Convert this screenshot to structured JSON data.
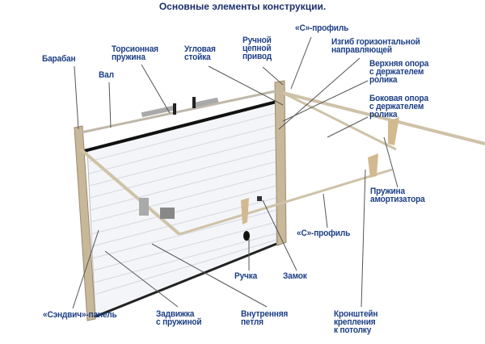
{
  "title": "Основные элементы конструкции.",
  "labels": {
    "c_profile_top": "«С»-профиль",
    "drum": "Барабан",
    "shaft": "Вал",
    "torsion_spring": "Торсионная\nпружина",
    "corner_post": "Угловая\nстойка",
    "chain_drive": "Ручной\nцепной\nпривод",
    "track_bend": "Изгиб горизонтальной\nнаправляющей",
    "top_support": "Верхняя опора\nс держателем\nролика",
    "side_support": "Боковая опора\nс держателем\nролика",
    "shock_spring": "Пружина\nамортизатора",
    "c_profile_bottom": "«С»-профиль",
    "handle": "Ручка",
    "lock": "Замок",
    "sandwich_panel": "«Сэндвич»-панель",
    "spring_latch": "Задвижка\nс пружиной",
    "inner_hinge": "Внутренняя\nпетля",
    "ceiling_bracket": "Кронштейн\nкрепления\nк потолку"
  },
  "colors": {
    "label": "#1d3f86",
    "frame": "#c8b89a",
    "panel": "#f4f5f8",
    "rail": "#cfc2a8"
  }
}
